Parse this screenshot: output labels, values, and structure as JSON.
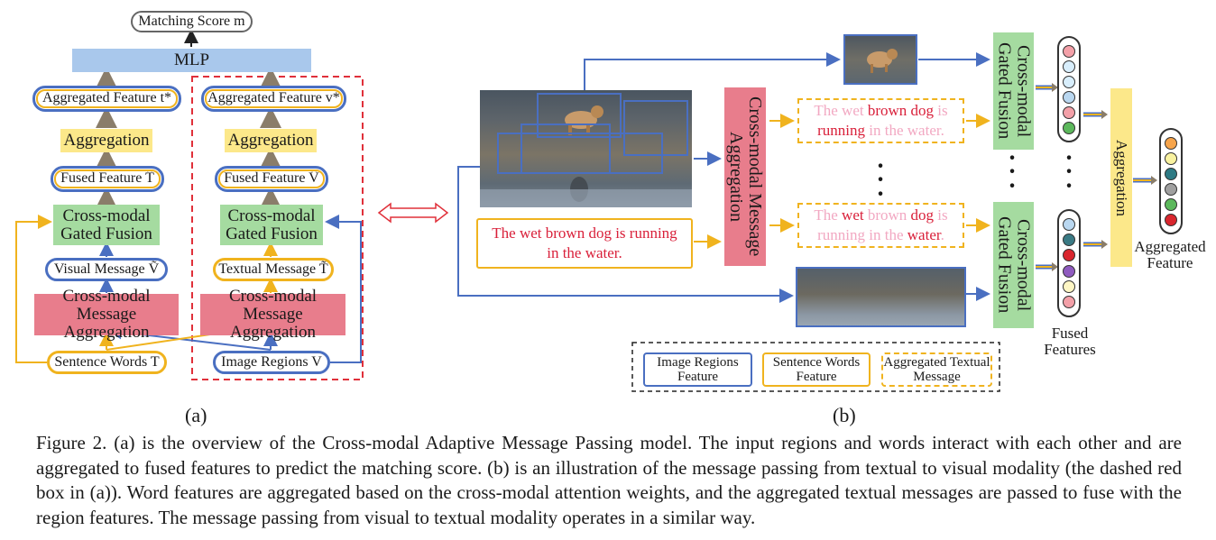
{
  "panel_a": {
    "matching_score": "Matching Score m",
    "mlp": "MLP",
    "agg_feature_t": "Aggregated Feature t*",
    "agg_feature_v": "Aggregated Feature v*",
    "aggregation_left": "Aggregation",
    "aggregation_right": "Aggregation",
    "fused_feature_t": "Fused Feature T̂",
    "fused_feature_v": "Fused Feature V̂",
    "cross_modal_gated_fusion_left": "Cross-modal Gated Fusion",
    "cross_modal_gated_fusion_right": "Cross-modal Gated Fusion",
    "visual_message": "Visual Message Ṽ",
    "textual_message": "Textual Message T̃",
    "cmma_left": "Cross-modal Message Aggregation",
    "cmma_right": "Cross-modal Message Aggregation",
    "sentence_words": "Sentence Words T",
    "image_regions": "Image Regions V",
    "label": "(a)"
  },
  "panel_b": {
    "cmma": "Cross-modal Message Aggregation",
    "sentence": "The wet brown dog is running in the water.",
    "msg1_line1_a": "The wet ",
    "msg1_line1_b": "brown dog",
    "msg1_line1_c": " is",
    "msg1_line2_a": "running",
    "msg1_line2_b": " in the water.",
    "msg2_line1_a": "The ",
    "msg2_line1_b": "wet",
    "msg2_line1_c": " brown ",
    "msg2_line1_d": "dog",
    "msg2_line1_e": " is",
    "msg2_line2_a": "running in the ",
    "msg2_line2_b": "water",
    "msg2_line2_c": ".",
    "gated_fusion_top": "Cross-modal Gated Fusion",
    "gated_fusion_bottom": "Cross-modal Gated Fusion",
    "aggregation": "Aggregation",
    "aggregated_feature": "Aggregated Feature",
    "fused_features": "Fused Features",
    "legend_regions": "Image Regions Feature",
    "legend_words": "Sentence Words Feature",
    "legend_textual": "Aggregated Textual Message",
    "label": "(b)"
  },
  "colors": {
    "blue": "#4a6fc1",
    "yellow": "#f0b31e",
    "red_dashed": "#e0303a",
    "highlight_red": "#d9203a",
    "faded_pink": "#f2a8c2"
  },
  "fused_vector_top": [
    "#f3a0a8",
    "#d8eefc",
    "#d8eefc",
    "#b9d7f0",
    "#f3a0a8",
    "#5cb85c"
  ],
  "fused_vector_bottom": [
    "#b9d7f0",
    "#3a7a84",
    "#d9262e",
    "#8f5bbf",
    "#fdf6c4",
    "#f3a0a8"
  ],
  "aggregated_vector": [
    "#f6a44b",
    "#f9f2a0",
    "#2e7a84",
    "#a0a0a0",
    "#5cb85c",
    "#d9262e"
  ],
  "caption": "Figure 2. (a) is the overview of the Cross-modal Adaptive Message Passing model. The input regions and words interact with each other and are aggregated to fused features to predict the matching score. (b) is an illustration of the message passing from textual to visual modality (the dashed red box in (a)). Word features are aggregated based on the cross-modal attention weights, and the aggregated textual messages are passed to fuse with the region features. The message passing from visual to textual modality operates in a similar way."
}
